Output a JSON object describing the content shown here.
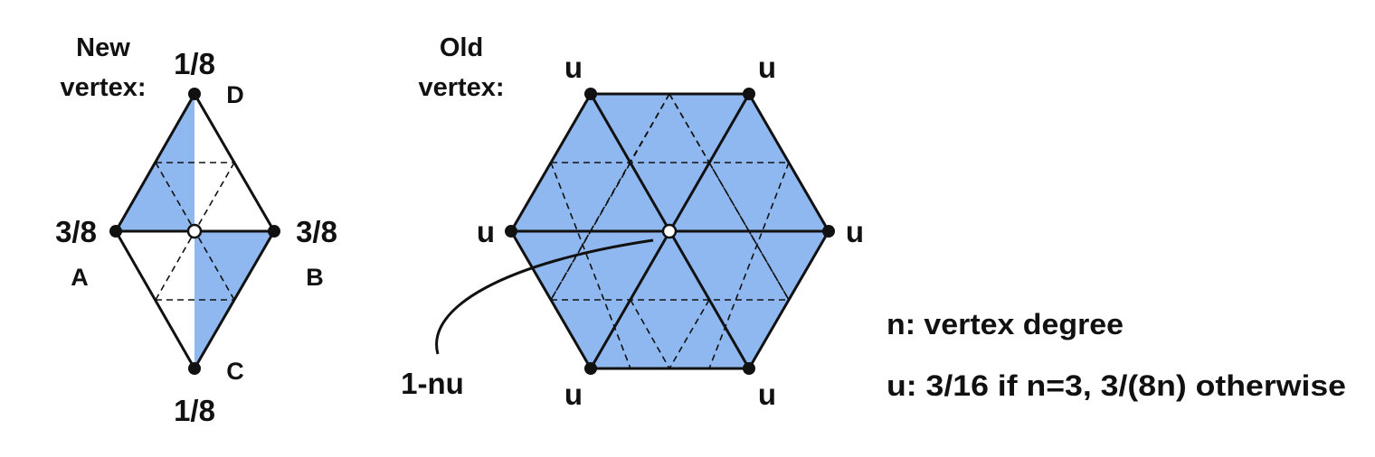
{
  "colors": {
    "fill": "#8fb8f0",
    "stroke": "#111111",
    "background": "#ffffff"
  },
  "new_vertex": {
    "title_line1": "New",
    "title_line2": "vertex:",
    "top_weight": "1/8",
    "top_name": "D",
    "left_weight": "3/8",
    "left_name": "A",
    "right_weight": "3/8",
    "right_name": "B",
    "bottom_weight": "1/8",
    "bottom_name": "C"
  },
  "old_vertex": {
    "title_line1": "Old",
    "title_line2": "vertex:",
    "neighbor_weight": "u",
    "center_weight": "1-nu"
  },
  "legend": {
    "line1": "n: vertex degree",
    "line2": "u: 3/16 if n=3, 3/(8n) otherwise"
  }
}
